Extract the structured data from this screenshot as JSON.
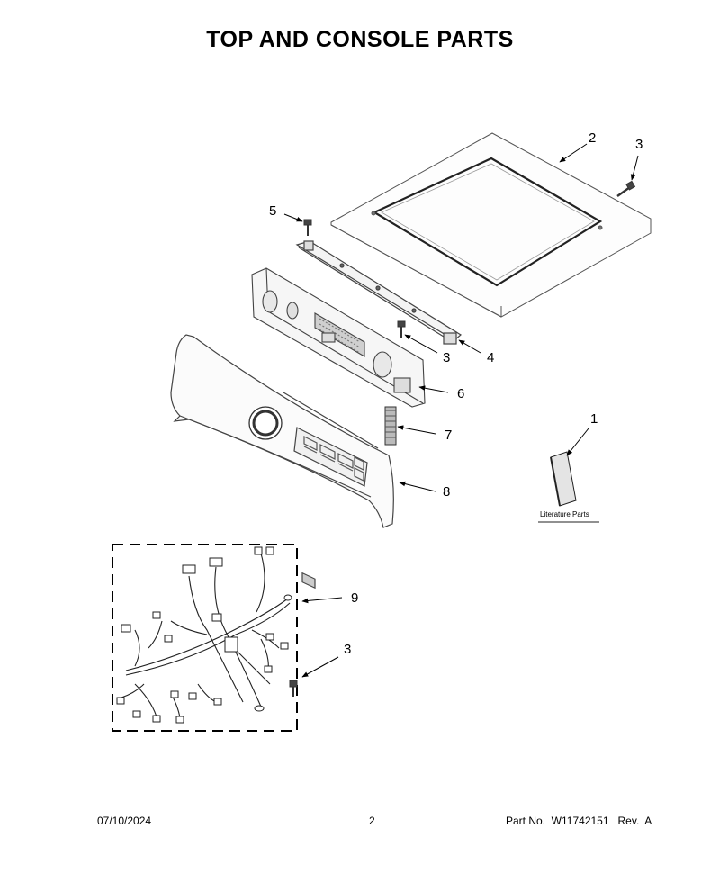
{
  "title": "TOP AND CONSOLE PARTS",
  "callouts": {
    "c1": "1",
    "c2": "2",
    "c3a": "3",
    "c3b": "3",
    "c3c": "3",
    "c4": "4",
    "c5": "5",
    "c6": "6",
    "c7": "7",
    "c8": "8",
    "c9": "9"
  },
  "literature_label": "Literature Parts",
  "parts": [
    {
      "callout": "1",
      "name": "literature-parts"
    },
    {
      "callout": "2",
      "name": "top-panel"
    },
    {
      "callout": "3",
      "name": "screw"
    },
    {
      "callout": "4",
      "name": "console-bracket"
    },
    {
      "callout": "5",
      "name": "screw"
    },
    {
      "callout": "6",
      "name": "console-support"
    },
    {
      "callout": "7",
      "name": "ribbon-cable"
    },
    {
      "callout": "8",
      "name": "console-panel"
    },
    {
      "callout": "9",
      "name": "wire-harness"
    }
  ],
  "footer": {
    "date": "07/10/2024",
    "page": "2",
    "part_no": "Part No.  W11742151   Rev.  A"
  }
}
